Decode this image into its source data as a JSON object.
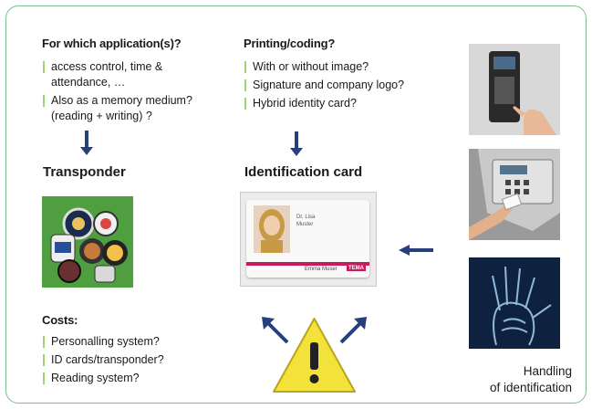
{
  "application": {
    "heading": "For which application(s)?",
    "items": [
      "access control, time & attendance, …",
      "Also as a memory medium? (reading + writing) ?"
    ],
    "result": "Transponder"
  },
  "printing": {
    "heading": "Printing/coding?",
    "items": [
      "With or without image?",
      "Signature and company logo?",
      "Hybrid identity card?"
    ],
    "result": "Identification card"
  },
  "card": {
    "name_line1": "Dr. Lisa",
    "name_line2": "Muster",
    "footer_text": "Emma Muser",
    "logo": "TEMA"
  },
  "costs": {
    "heading": "Costs:",
    "items": [
      "Personalling system?",
      "ID cards/transponder?",
      "Reading system?"
    ]
  },
  "handling": {
    "line1": "Handling",
    "line2": "of identification"
  },
  "icons": [
    "arrow-down-icon",
    "arrow-left-icon",
    "warning-icon",
    "arrow-diagonal-icon"
  ],
  "colors": {
    "border": "#7bbf8a",
    "bullet": "#9fd36e",
    "arrow": "#27407a",
    "warning": "#f2e23a"
  }
}
